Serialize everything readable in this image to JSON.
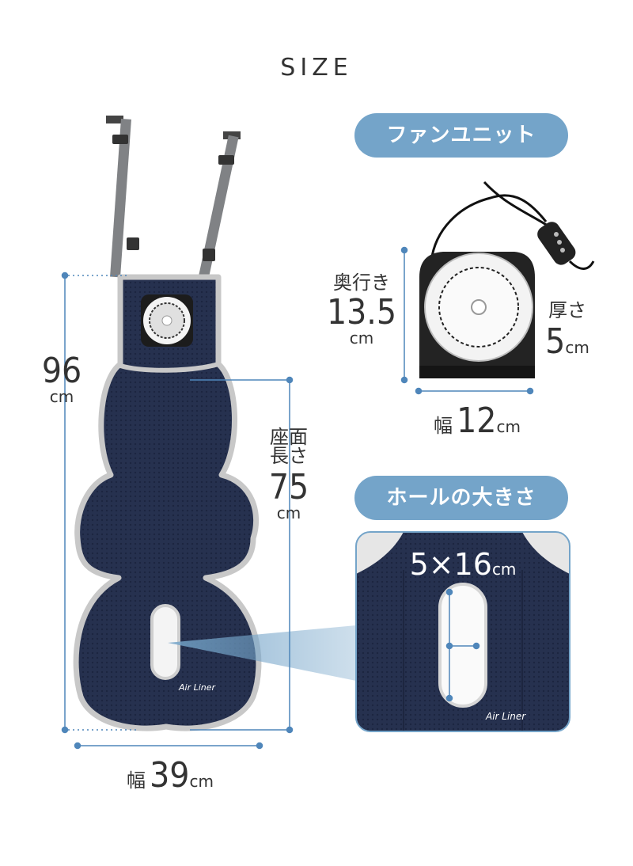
{
  "title": "SIZE",
  "fan_unit": {
    "pill_label": "ファンユニット",
    "depth_label": "奥行き",
    "depth_value": "13.5",
    "depth_unit": "cm",
    "thickness_label": "厚さ",
    "thickness_value": "5",
    "thickness_unit": "cm",
    "width_label": "幅",
    "width_value": "12",
    "width_unit": "cm"
  },
  "hole": {
    "pill_label": "ホールの大きさ",
    "size_value": "5×16",
    "size_unit": "cm",
    "brand": "Air Liner"
  },
  "seat": {
    "height_value": "96",
    "height_unit": "cm",
    "seat_length_label_1": "座面",
    "seat_length_label_2": "長さ",
    "seat_length_value": "75",
    "seat_length_unit": "cm",
    "width_label": "幅",
    "width_value": "39",
    "width_unit": "cm",
    "brand": "Air Liner"
  },
  "colors": {
    "navy": "#24304d",
    "accent": "#74a4c9",
    "trim": "#bdbdbd"
  }
}
